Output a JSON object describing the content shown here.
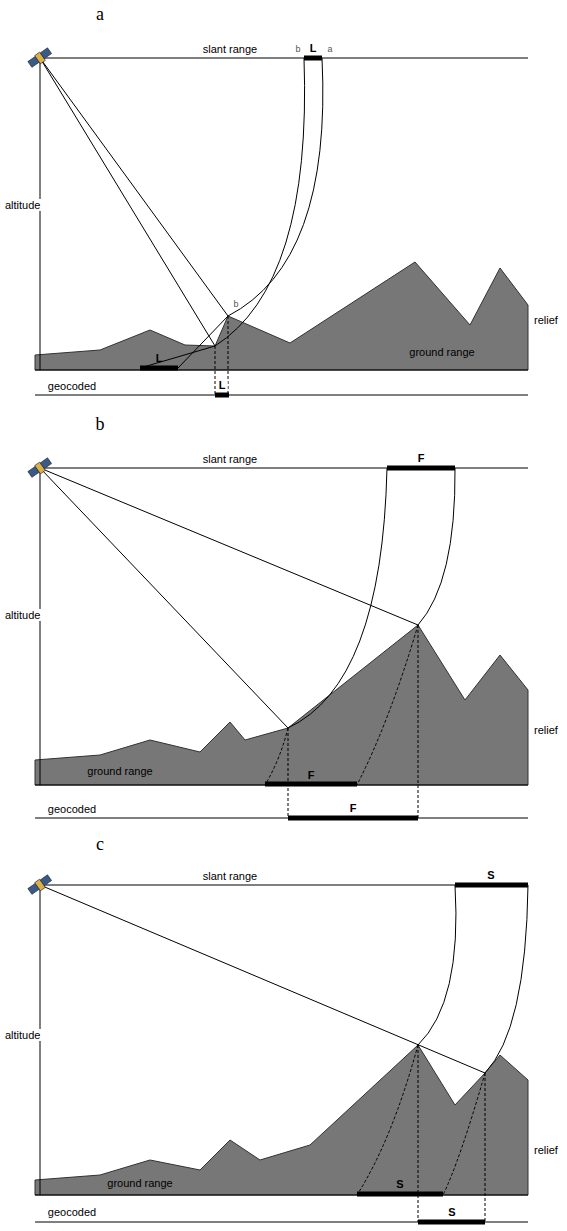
{
  "diagram": {
    "labels": [
      "a",
      "slant range",
      "b",
      "L",
      "a",
      "altitude",
      "b",
      "relief",
      "L",
      "ground range",
      "geocoded",
      "L",
      "b",
      "slant range",
      "F",
      "altitude",
      "relief",
      "ground range",
      "F",
      "geocoded",
      "F",
      "c",
      "slant range",
      "S",
      "altitude",
      "relief",
      "ground range",
      "S",
      "geocoded",
      "S"
    ]
  }
}
